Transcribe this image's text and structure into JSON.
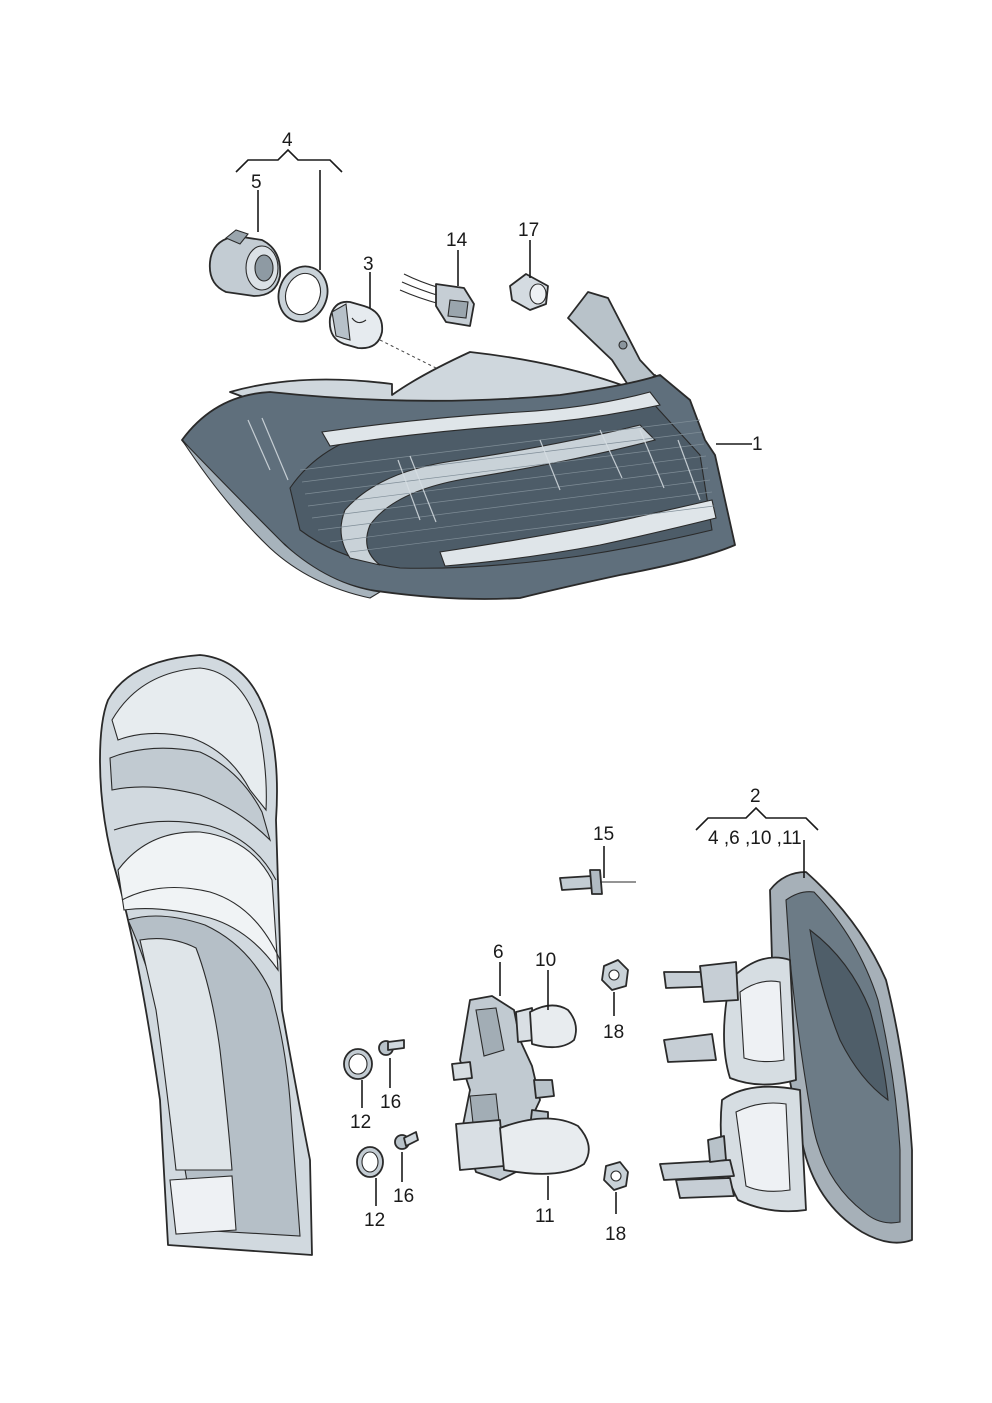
{
  "colors": {
    "lens_dark": "#5a6a77",
    "lens_mid": "#7d8e9b",
    "lens_light": "#b9c4cc",
    "housing_light": "#d4dbe1",
    "housing_lighter": "#e8ecef",
    "metal": "#a9b3bb",
    "line": "#2a2a2a"
  },
  "callouts": {
    "c1": "1",
    "c2": "2",
    "c2_sub": "4 ,6 ,10 ,11",
    "c3": "3",
    "c4": "4",
    "c5": "5",
    "c6": "6",
    "c10": "10",
    "c11": "11",
    "c12a": "12",
    "c12b": "12",
    "c14": "14",
    "c15": "15",
    "c16a": "16",
    "c16b": "16",
    "c17": "17",
    "c18a": "18",
    "c18b": "18"
  }
}
